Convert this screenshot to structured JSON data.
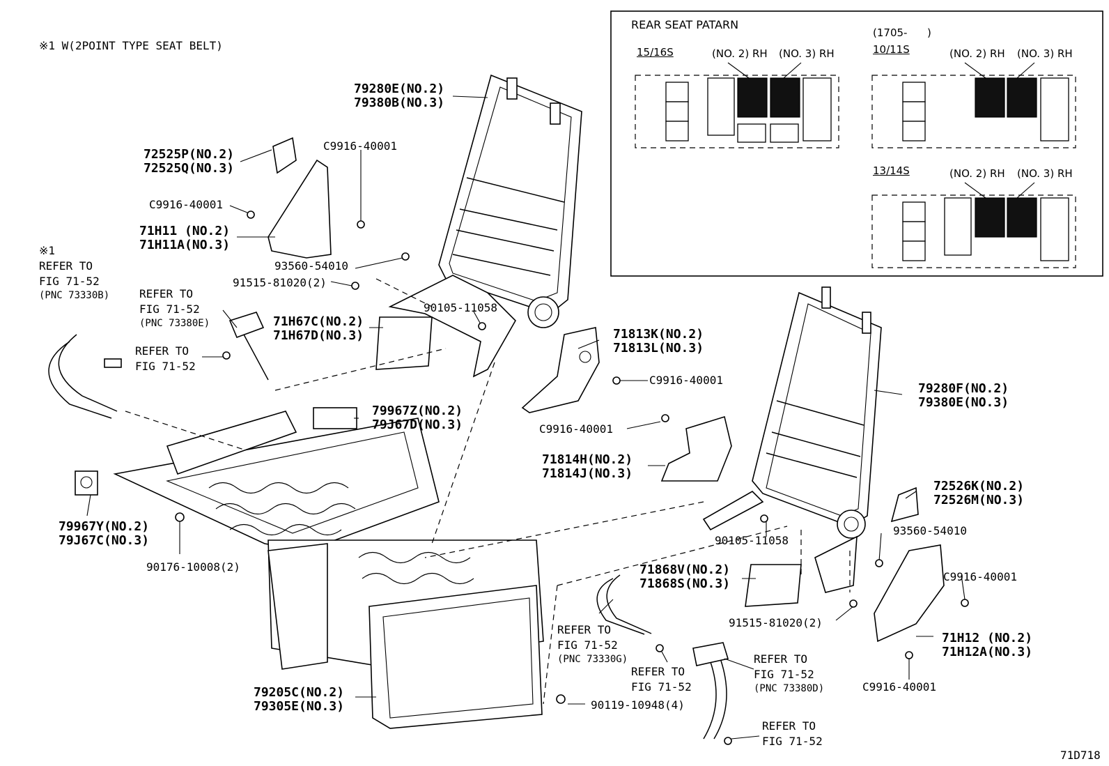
{
  "header_note": "※1 W(2POINT TYPE SEAT BELT)",
  "diagram_id": "71D718",
  "legend": {
    "title": "REAR SEAT PATARN",
    "range": "(1705-      )",
    "groups": [
      {
        "name": "15/16S",
        "no2": "(NO. 2) RH",
        "no3": "(NO. 3) RH"
      },
      {
        "name": "10/11S",
        "no2": "(NO. 2) RH",
        "no3": "(NO. 3) RH"
      },
      {
        "name": "13/14S",
        "no2": "(NO. 2) RH",
        "no3": "(NO. 3) RH"
      }
    ]
  },
  "parts": {
    "p79280E": "79280E(NO.2)",
    "p79380B": "79380B(NO.3)",
    "p72525P": "72525P(NO.2)",
    "p72525Q": "72525Q(NO.3)",
    "c9916_a": "C9916-40001",
    "c9916_b": "C9916-40001",
    "p71H11": "71H11 (NO.2)",
    "p71H11A": "71H11A(NO.3)",
    "p93560_a": "93560-54010",
    "p91515_a": "91515-81020(2)",
    "p90105_a": "90105-11058",
    "p71H67C": "71H67C(NO.2)",
    "p71H67D": "71H67D(NO.3)",
    "p71813K": "71813K(NO.2)",
    "p71813L": "71813L(NO.3)",
    "c9916_c": "C9916-40001",
    "p79967Z": "79967Z(NO.2)",
    "p79J67D": "79J67D(NO.3)",
    "c9916_d": "C9916-40001",
    "p71814H": "71814H(NO.2)",
    "p71814J": "71814J(NO.3)",
    "p79280F": "79280F(NO.2)",
    "p79380E": "79380E(NO.3)",
    "p72526K": "72526K(NO.2)",
    "p72526M": "72526M(NO.3)",
    "p93560_b": "93560-54010",
    "p90105_b": "90105-11058",
    "c9916_e": "C9916-40001",
    "p79967Y": "79967Y(NO.2)",
    "p79J67C": "79J67C(NO.3)",
    "p90176": "90176-10008(2)",
    "p71868V": "71868V(NO.2)",
    "p71868S": "71868S(NO.3)",
    "p91515_b": "91515-81020(2)",
    "p71H12": "71H12 (NO.2)",
    "p71H12A": "71H12A(NO.3)",
    "c9916_f": "C9916-40001",
    "p79205C": "79205C(NO.2)",
    "p79305E": "79305E(NO.3)",
    "p90119": "90119-10948(4)"
  },
  "refs": {
    "r1_mark": "※1",
    "r1_a": "REFER TO",
    "r1_b": "FIG 71-52",
    "r1_c": "(PNC 73330B)",
    "r2_a": "REFER TO",
    "r2_b": "FIG 71-52",
    "r2_c": "(PNC 73380E)",
    "r3_a": "REFER TO",
    "r3_b": "FIG 71-52",
    "r4_a": "REFER TO",
    "r4_b": "FIG 71-52",
    "r4_c": "(PNC 73330G)",
    "r5_a": "REFER TO",
    "r5_b": "FIG 71-52",
    "r6_a": "REFER TO",
    "r6_b": "FIG 71-52",
    "r6_c": "(PNC 73380D)",
    "r7_a": "REFER TO",
    "r7_b": "FIG 71-52"
  }
}
